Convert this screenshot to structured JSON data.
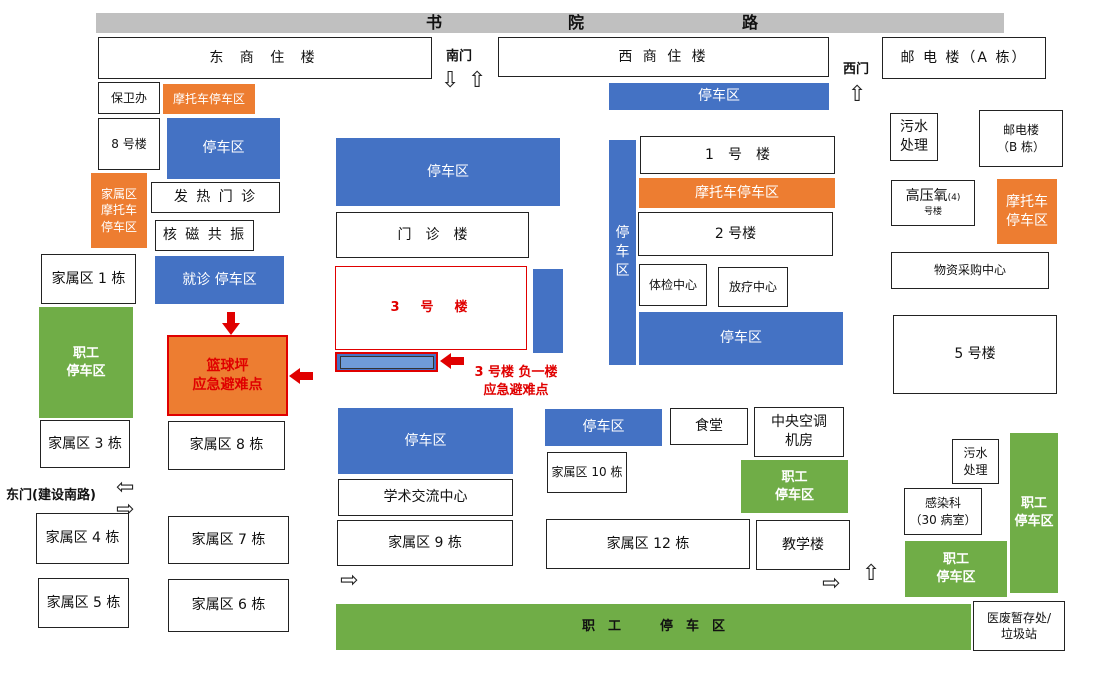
{
  "road": {
    "c1": "书",
    "c2": "院",
    "c3": "路"
  },
  "gates": {
    "south": "南门",
    "west": "西门",
    "east": "东门(建设南路)"
  },
  "buildings": {
    "dongshang": "东 商 住 楼",
    "xishang": "西 商 住 楼",
    "youdian_a": "邮 电 楼（A 栋）",
    "baowei": "保卫办",
    "moto1": "摩托车停车区",
    "park_top_right_strip": "停车区",
    "lou8": "8 号楼",
    "park_left1": "停车区",
    "wushui1": "污水\n处理",
    "youdian_b": "邮电楼\n（B 栋）",
    "family_moto": "家属区\n摩托车\n停车区",
    "fare": "发 热 门 诊",
    "park_center_top": "停车区",
    "park_vertical": "停\n车\n区",
    "lou1": "1　号　楼",
    "moto2": "摩托车停车区",
    "gaoya_main": "高压氧",
    "gaoya_note": "(4)",
    "gaoya_sub": "号楼",
    "moto3": "摩托车\n停车区",
    "hecizhen": "核 磁 共 振",
    "menzhen": "门　诊　楼",
    "lou2": "2 号楼",
    "jiashu1": "家属区 1 栋",
    "jiuzhen_park": "就诊 停车区",
    "wuzi": "物资采购中心",
    "lou3": "3　号　楼",
    "tijian": "体检中心",
    "fangliao": "放疗中心",
    "park_right_mid": "停车区",
    "staff_park_left": "职工\n停车区",
    "basketball": "篮球坪\n应急避难点",
    "lou3_basement": "3 号楼  负一楼\n应急避难点",
    "lou5": "5 号楼",
    "jiashu3": "家属区 3 栋",
    "jiashu8": "家属区 8 栋",
    "park_center_low": "停车区",
    "park_right_low": "停车区",
    "shitang": "食堂",
    "kongtiao": "中央空调\n机房",
    "wushui2": "污水\n处理",
    "staff_park_right_tall": "职工\n停车区",
    "jiashu10": "家属区 10 栋",
    "staff_park_mid": "职工\n停车区",
    "xueshu": "学术交流中心",
    "ganran": "感染科\n（30 病室）",
    "jiashu4": "家属区 4 栋",
    "jiashu7": "家属区 7 栋",
    "jiashu9": "家属区 9 栋",
    "jiashu12": "家属区 12 栋",
    "jiaoxue": "教学楼",
    "staff_park_right_small": "职工\n停车区",
    "jiashu5": "家属区 5 栋",
    "jiashu6": "家属区 6 栋",
    "staff_park_bottom": "职　工　　　停　车　区",
    "yifei": "医废暂存处/\n垃圾站"
  },
  "colors": {
    "parking": "#4472c4",
    "moto": "#ed7d31",
    "staff": "#70ad47",
    "road": "#c0c0c0",
    "emergency": "#e00000"
  }
}
